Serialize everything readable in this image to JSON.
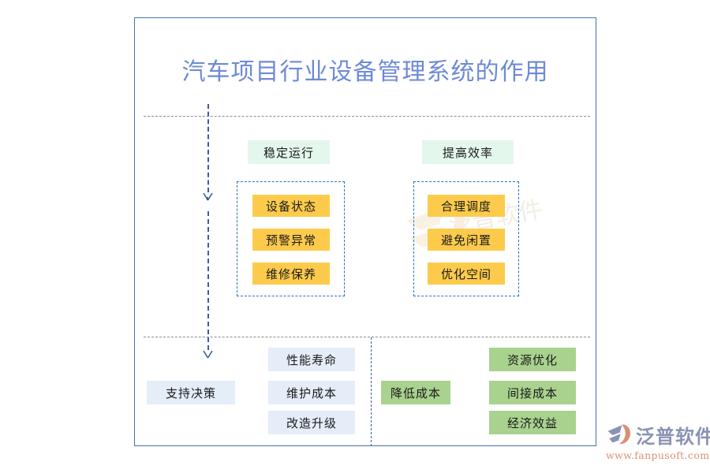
{
  "diagram": {
    "title": "汽车项目行业设备管理系统的作用",
    "accent_border": "#4573b6",
    "title_color": "#6e8ad6"
  },
  "branches": [
    {
      "header": "稳定运行",
      "header_color": "#e4f7ed",
      "item_color": "#fdcb4c",
      "items": [
        "设备状态",
        "预警异常",
        "维修保养"
      ]
    },
    {
      "header": "提高效率",
      "header_color": "#e4f7ed",
      "item_color": "#fdcb4c",
      "items": [
        "合理调度",
        "避免闲置",
        "优化空间"
      ]
    }
  ],
  "bottom": {
    "left": {
      "header": "支持决策",
      "header_color": "#e5edf9",
      "item_color": "#e5edf9",
      "items": [
        "性能寿命",
        "维护成本",
        "改造升级"
      ]
    },
    "right": {
      "header": "降低成本",
      "header_color": "#a9d28e",
      "item_color": "#a9d28e",
      "items": [
        "资源优化",
        "间接成本",
        "经济效益"
      ]
    }
  },
  "logo": {
    "name": "泛普软件",
    "url": "www.fanpusoft.com",
    "mark_icon": "fanpu-logo-icon"
  }
}
